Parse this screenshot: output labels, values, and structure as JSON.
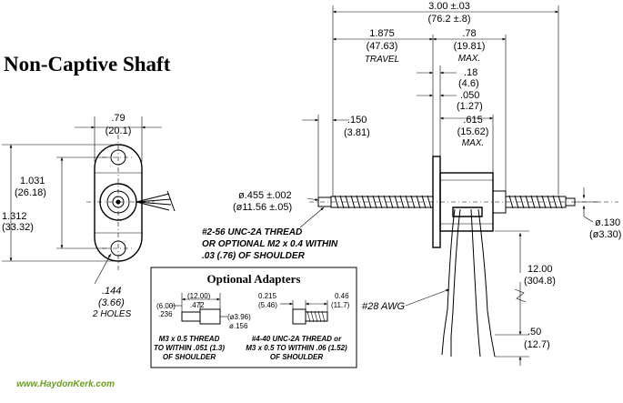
{
  "title": "Non-Captive Shaft",
  "website": "www.HaydonKerk.com",
  "flange_view": {
    "width": {
      "in": ".79",
      "mm": "(20.1)"
    },
    "hole_spacing": {
      "in": "1.031",
      "mm": "(26.18)"
    },
    "height": {
      "in": "1.312",
      "mm": "(33.32)"
    },
    "hole": {
      "in": ".144",
      "mm": "(3.66)",
      "note": "2 HOLES"
    }
  },
  "side_view": {
    "overall": {
      "in": "3.00 ±.03",
      "mm": "(76.2 ±.8)"
    },
    "travel": {
      "in": "1.875",
      "mm": "(47.63)",
      "label": "TRAVEL"
    },
    "max_78": {
      "in": ".78",
      "mm": "(19.81)",
      "label": "MAX."
    },
    "d18": {
      "in": ".18",
      "mm": "(4.6)"
    },
    "d050": {
      "in": ".050",
      "mm": "(1.27)"
    },
    "max_615": {
      "in": ".615",
      "mm": "(15.62)",
      "label": "MAX."
    },
    "d150": {
      "in": ".150",
      "mm": "(3.81)"
    },
    "boss_dia": {
      "in": "ø.455 ±.002",
      "mm": "(ø11.56 ±.05)"
    },
    "shaft_dia": {
      "in": "ø.130",
      "mm": "(ø3.30)"
    },
    "thread_note": [
      "#2-56 UNC-2A THREAD",
      "OR OPTIONAL  M2 x 0.4  WITHIN",
      ".03 (.76) OF SHOULDER"
    ],
    "wire_gauge": "#28  AWG",
    "lead_length": {
      "in": "12.00",
      "mm": "(304.8)"
    },
    "strip": {
      "in": ".50",
      "mm": "(12.7)"
    }
  },
  "optional_adapters": {
    "title": "Optional Adapters",
    "adapter_a": {
      "len_total_mm": "(12.00)",
      "len_total_in": ".472",
      "len_left_mm": "(6.00)",
      "len_left_in": ".236",
      "dia_mm": "(ø3.96)",
      "dia_in": "ø.156",
      "note": [
        "M3 x 0.5 THREAD",
        "TO WITHIN .051 (1.3)",
        "OF SHOULDER"
      ]
    },
    "adapter_b": {
      "left_in": "0.215",
      "left_mm": "(5.46)",
      "right_in": "0.46",
      "right_mm": "(11.7)",
      "note": [
        "#4-40 UNC-2A THREAD or",
        "M3 x 0.5 TO WITHIN .06 (1.52)",
        "OF SHOULDER"
      ]
    }
  }
}
